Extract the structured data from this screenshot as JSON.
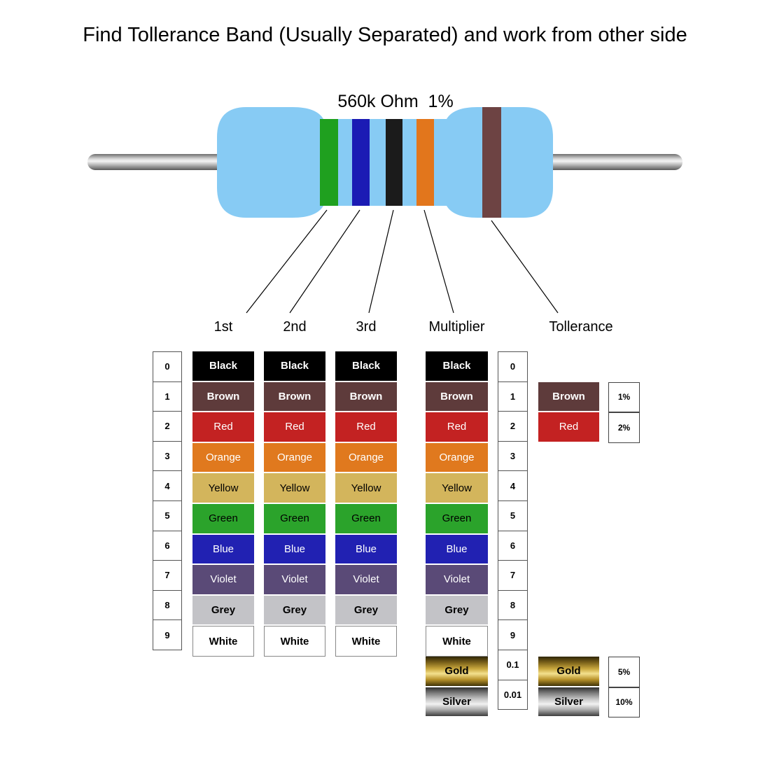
{
  "title": "Find Tollerance Band (Usually Separated) and work from other side",
  "resistor": {
    "label": "560k Ohm  1%",
    "body_color": "#87CBF4",
    "bands": [
      {
        "name": "green",
        "color": "#1FA01F"
      },
      {
        "name": "blue",
        "color": "#1B1BB4"
      },
      {
        "name": "black",
        "color": "#1B1B1B"
      },
      {
        "name": "orange",
        "color": "#E2761C"
      },
      {
        "name": "brown",
        "color": "#6D4343"
      }
    ]
  },
  "columns": {
    "labels": [
      "1st",
      "2nd",
      "3rd",
      "Multiplier",
      "Tollerance"
    ]
  },
  "digits_left": [
    "0",
    "1",
    "2",
    "3",
    "4",
    "5",
    "6",
    "7",
    "8",
    "9"
  ],
  "digits_right": [
    "0",
    "1",
    "2",
    "3",
    "4",
    "5",
    "6",
    "7",
    "8",
    "9"
  ],
  "color_rows": [
    {
      "label": "Black",
      "bg": "#000000",
      "text": "#FFFFFF",
      "bold": true
    },
    {
      "label": "Brown",
      "bg": "#5E3B3B",
      "text": "#FFFFFF",
      "bold": true
    },
    {
      "label": "Red",
      "bg": "#C32222",
      "text": "#FFFFFF",
      "bold": false
    },
    {
      "label": "Orange",
      "bg": "#E0791E",
      "text": "#FFFFFF",
      "bold": false
    },
    {
      "label": "Yellow",
      "bg": "#D3B55C",
      "text": "#000000",
      "bold": false
    },
    {
      "label": "Green",
      "bg": "#2BA32B",
      "text": "#000000",
      "bold": false
    },
    {
      "label": "Blue",
      "bg": "#2121B2",
      "text": "#FFFFFF",
      "bold": false
    },
    {
      "label": "Violet",
      "bg": "#5A4A77",
      "text": "#FFFFFF",
      "bold": false
    },
    {
      "label": "Grey",
      "bg": "#C3C3C7",
      "text": "#000000",
      "bold": true
    },
    {
      "label": "White",
      "bg": "#FFFFFF",
      "text": "#000000",
      "bold": true
    }
  ],
  "metallic_rows": [
    {
      "label": "Gold",
      "multiplier": "0.1",
      "tolerance": "5%",
      "kind": "gold"
    },
    {
      "label": "Silver",
      "multiplier": "0.01",
      "tolerance": "10%",
      "kind": "silver"
    }
  ],
  "tolerance_rows": [
    {
      "label": "Brown",
      "bg": "#5E3B3B",
      "text": "#FFFFFF",
      "percent": "1%",
      "row_index": 1,
      "bold": true
    },
    {
      "label": "Red",
      "bg": "#C32222",
      "text": "#FFFFFF",
      "percent": "2%",
      "row_index": 2,
      "bold": false
    }
  ]
}
